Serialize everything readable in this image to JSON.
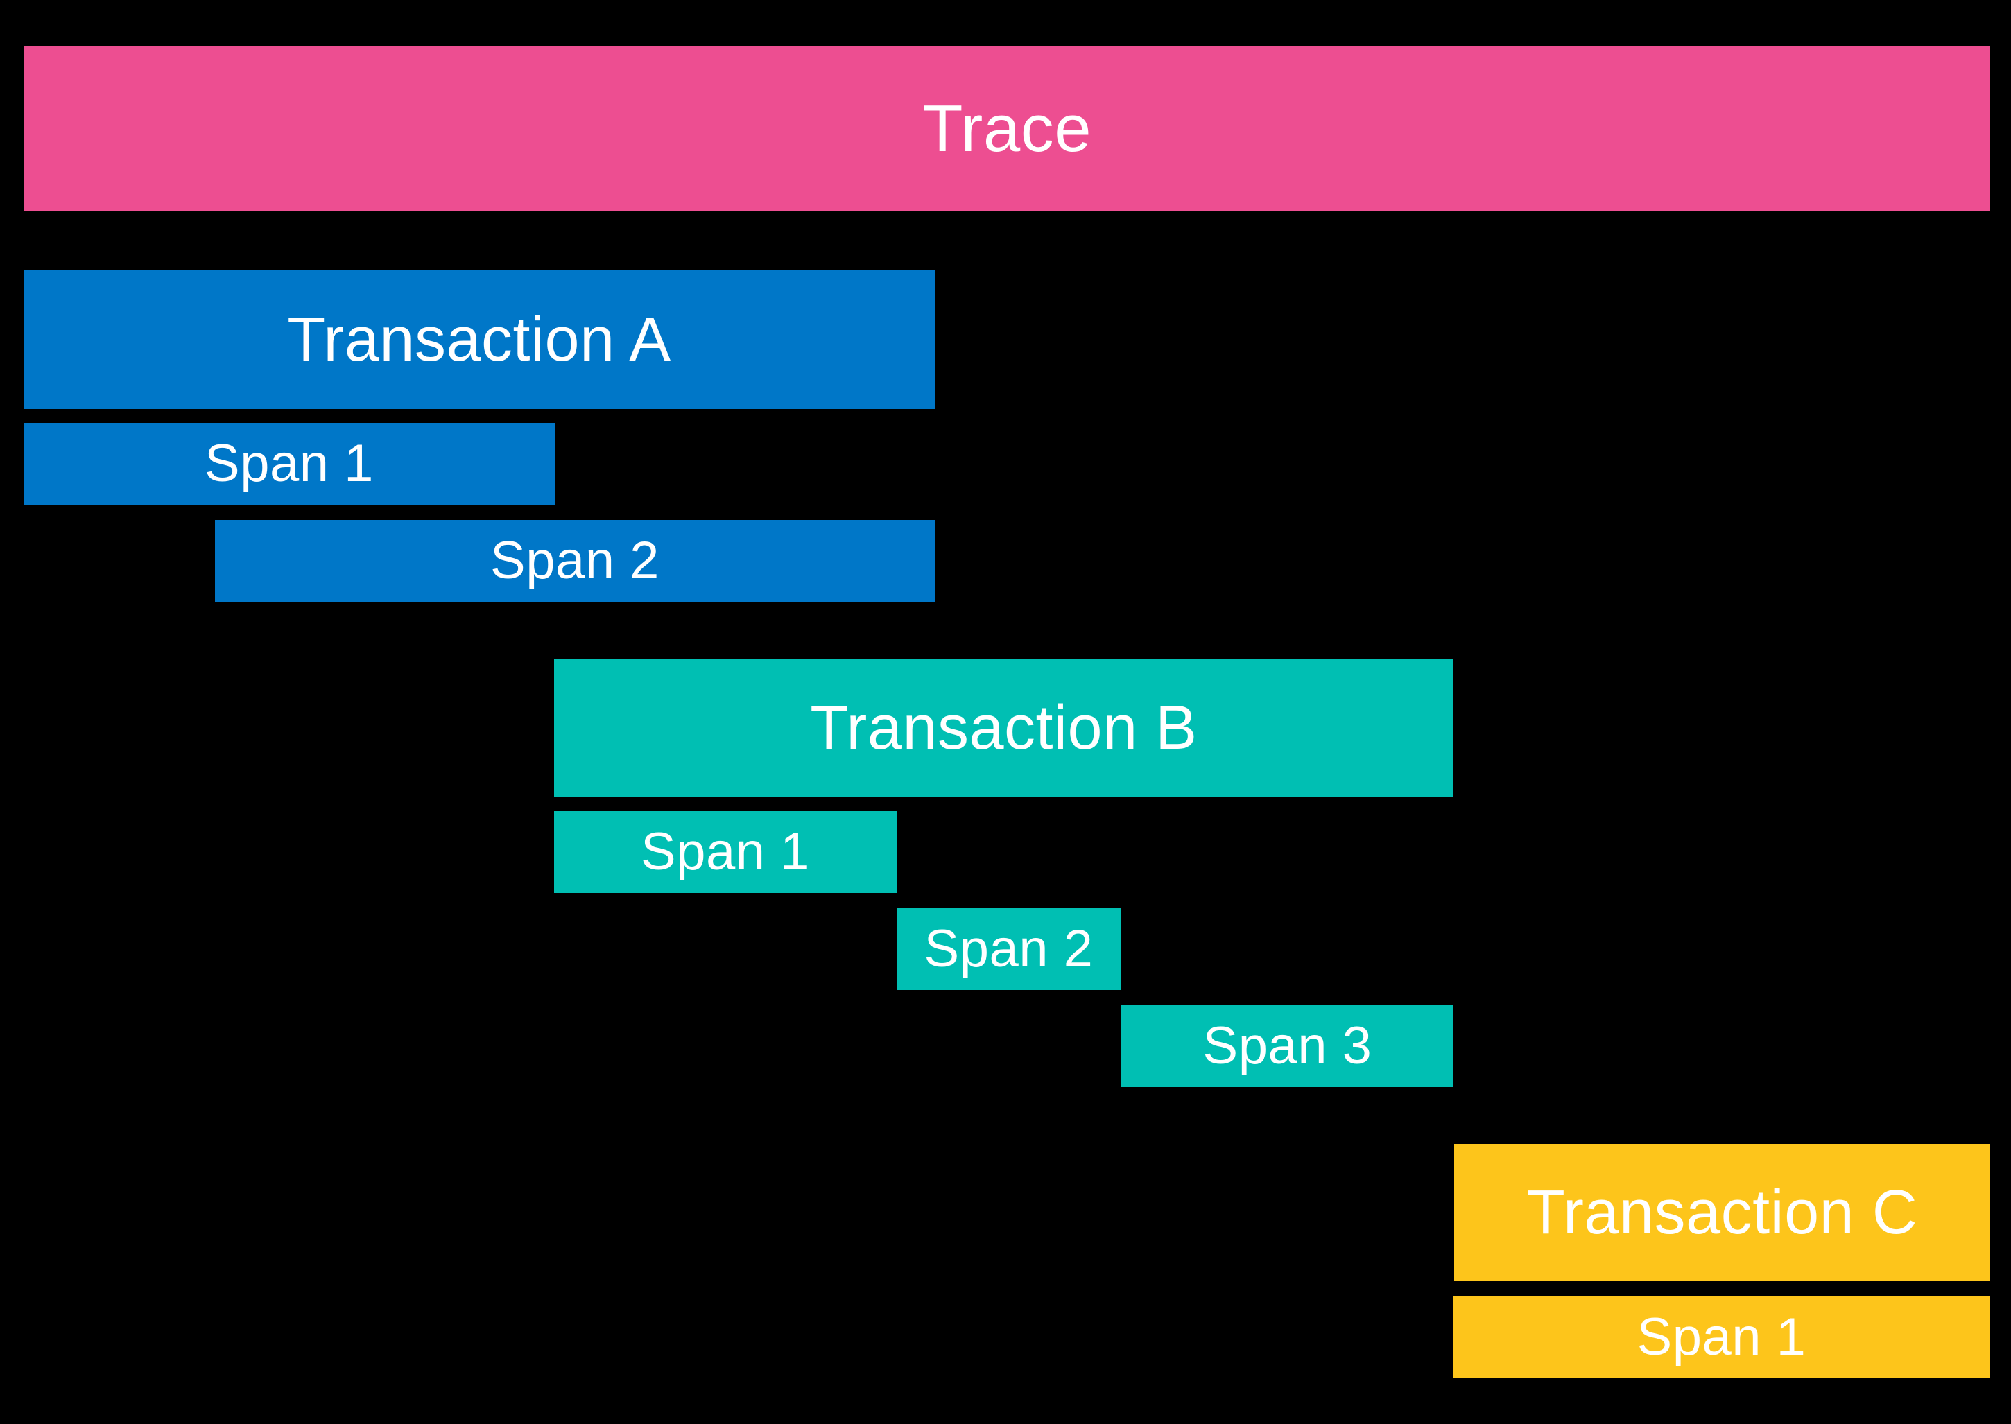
{
  "diagram": {
    "title": "Trace",
    "background_color": "#000000",
    "text_color": "#ffffff",
    "colors": {
      "trace": "#ED4E91",
      "transaction_a": "#0077C8",
      "transaction_b": "#00BFB3",
      "transaction_c": "#FDC51B"
    },
    "trace": {
      "label": "Trace"
    },
    "transactions": [
      {
        "label": "Transaction A",
        "color": "#0077C8",
        "spans": [
          {
            "label": "Span 1"
          },
          {
            "label": "Span 2"
          }
        ]
      },
      {
        "label": "Transaction B",
        "color": "#00BFB3",
        "spans": [
          {
            "label": "Span 1"
          },
          {
            "label": "Span 2"
          },
          {
            "label": "Span 3"
          }
        ]
      },
      {
        "label": "Transaction C",
        "color": "#FDC51B",
        "spans": [
          {
            "label": "Span 1"
          }
        ]
      }
    ]
  }
}
